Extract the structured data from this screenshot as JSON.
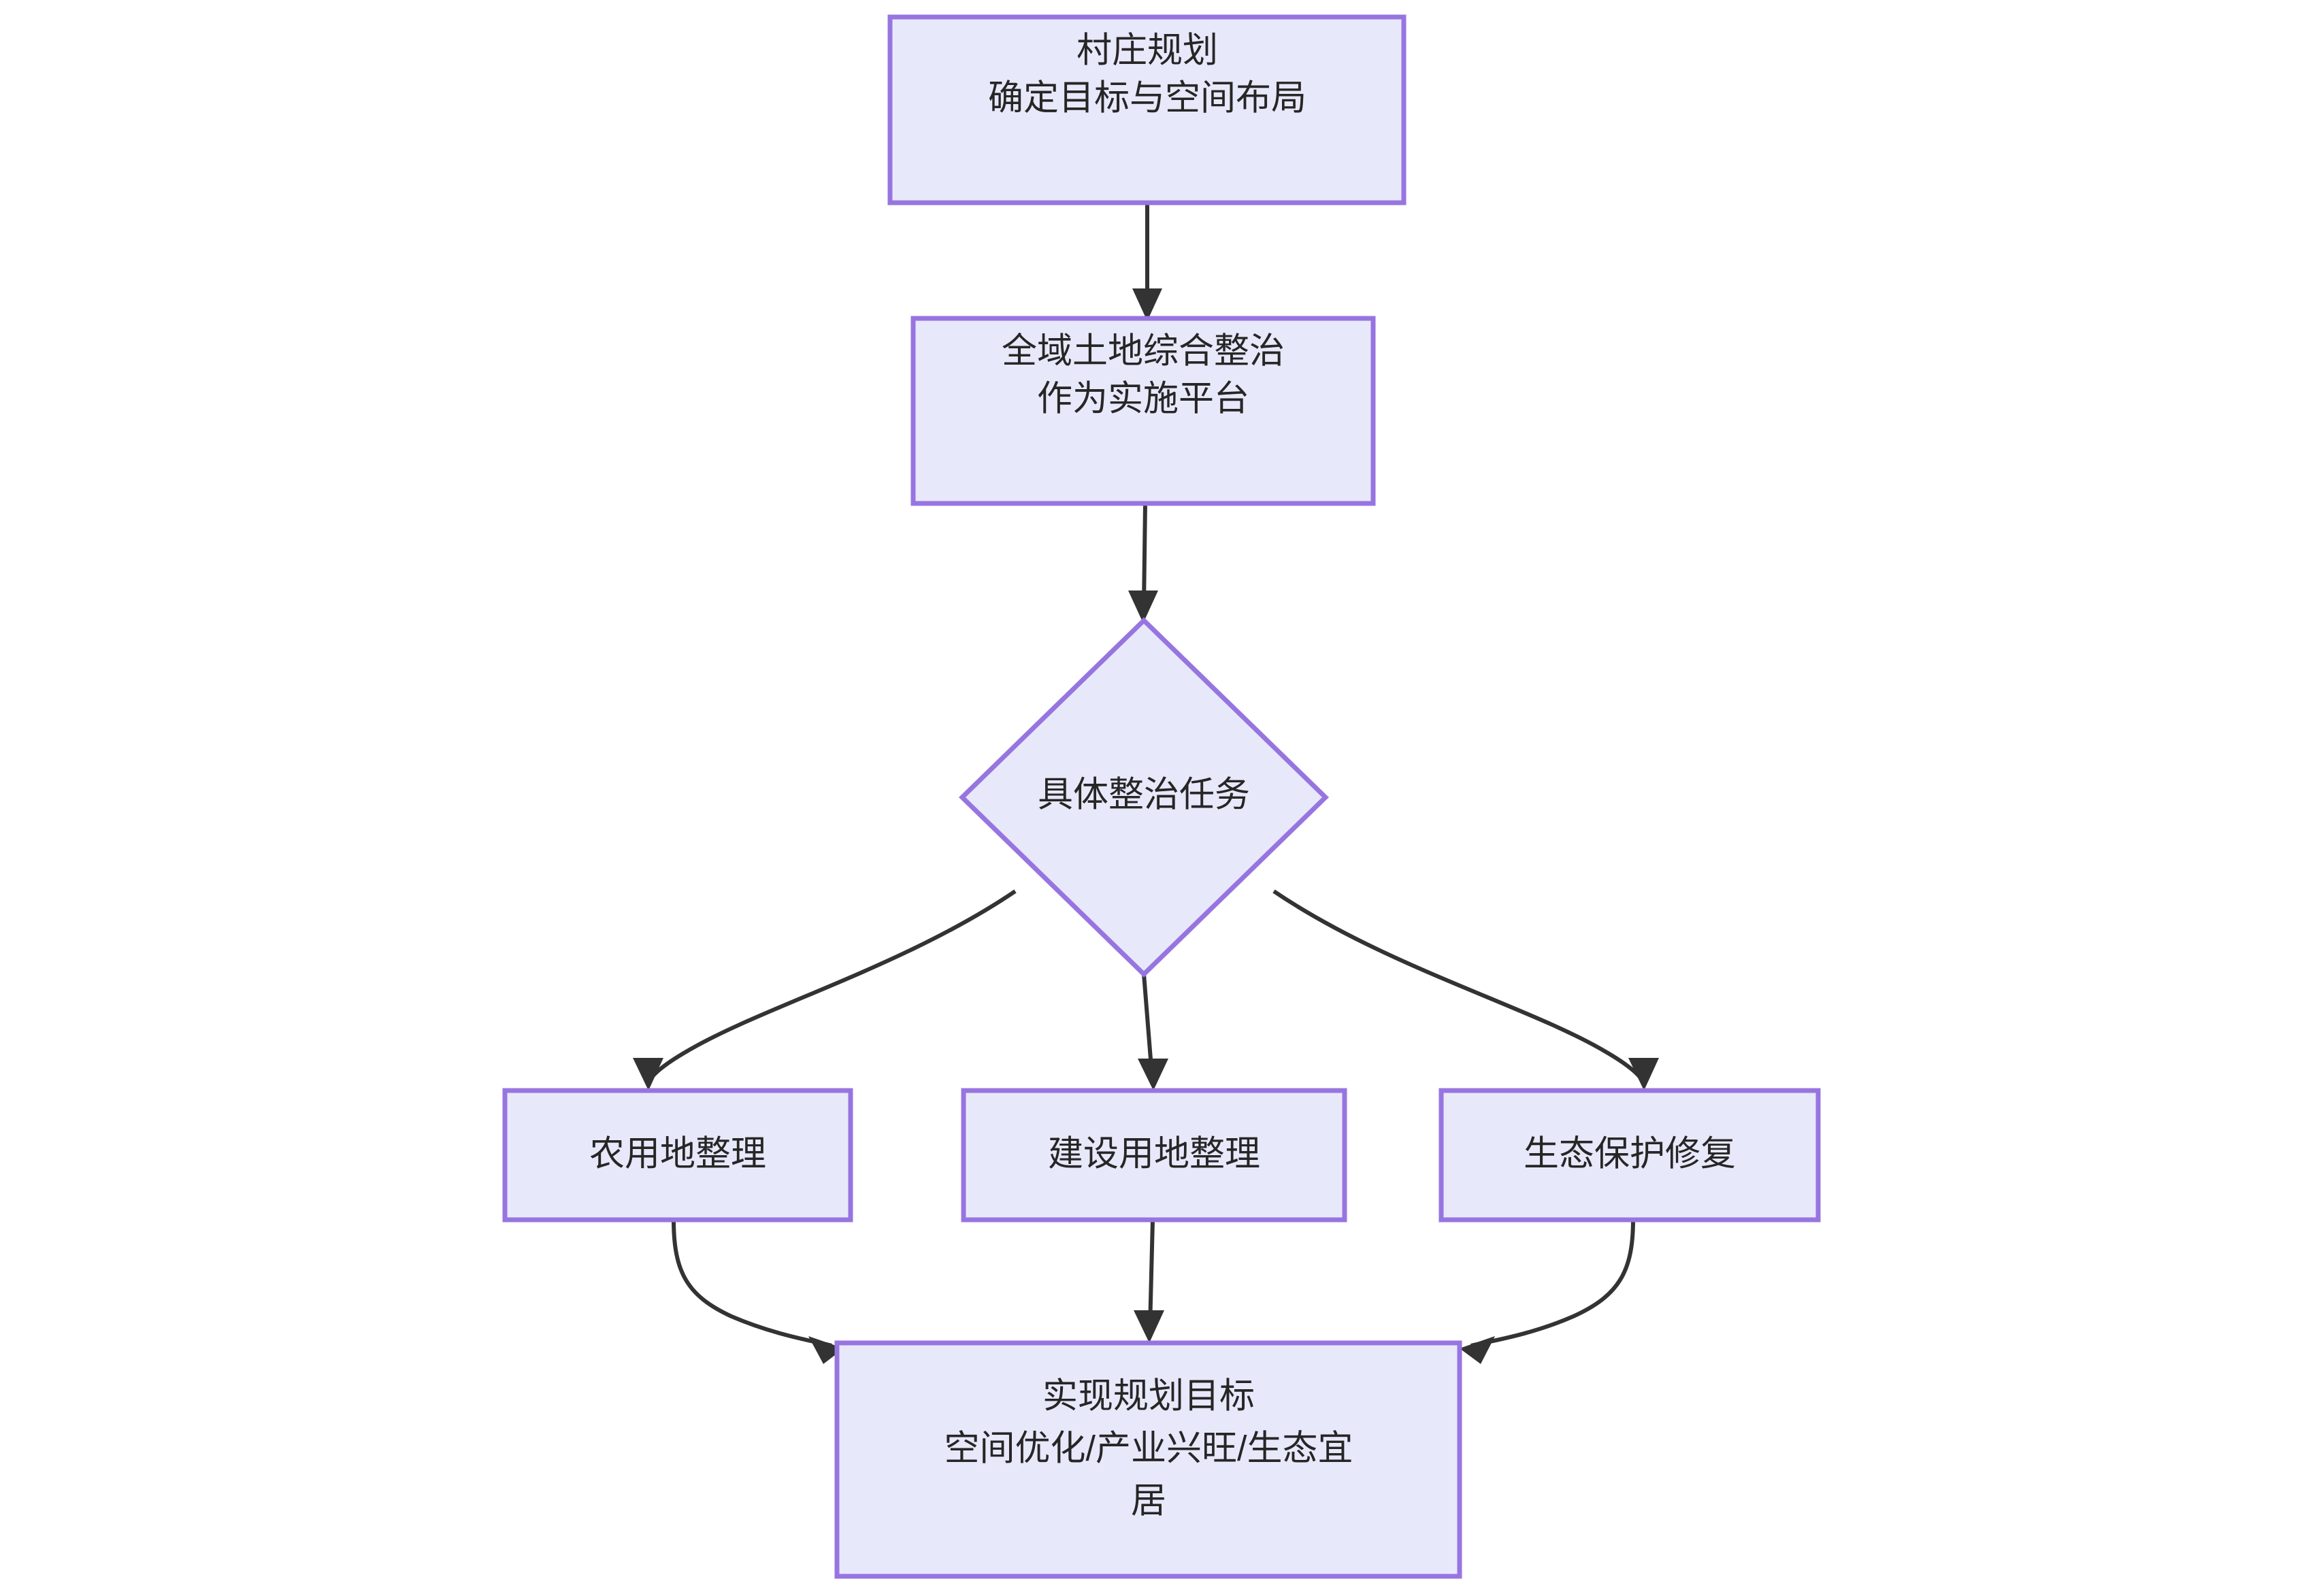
{
  "diagram": {
    "type": "flowchart",
    "direction": "top-down",
    "background_color": "#ffffff",
    "node_fill": "#e8e8fb",
    "node_stroke": "#9775e0",
    "edge_color": "#333333",
    "text_color": "#262626"
  },
  "nodes": [
    {
      "id": "n1",
      "shape": "rect",
      "lines": [
        "村庄规划",
        "确定目标与空间布局"
      ],
      "line1": "村庄规划",
      "line2": "确定目标与空间布局",
      "line3": ""
    },
    {
      "id": "n2",
      "shape": "rect",
      "lines": [
        "全域土地综合整治",
        "作为实施平台"
      ],
      "line1": "全域土地综合整治",
      "line2": "作为实施平台",
      "line3": ""
    },
    {
      "id": "n3",
      "shape": "diamond",
      "lines": [
        "具体整治任务"
      ],
      "line1": "具体整治任务",
      "line2": "",
      "line3": ""
    },
    {
      "id": "n4",
      "shape": "rect",
      "lines": [
        "农用地整理"
      ],
      "line1": "农用地整理",
      "line2": "",
      "line3": ""
    },
    {
      "id": "n5",
      "shape": "rect",
      "lines": [
        "建设用地整理"
      ],
      "line1": "建设用地整理",
      "line2": "",
      "line3": ""
    },
    {
      "id": "n6",
      "shape": "rect",
      "lines": [
        "生态保护修复"
      ],
      "line1": "生态保护修复",
      "line2": "",
      "line3": ""
    },
    {
      "id": "n7",
      "shape": "rect",
      "lines": [
        "实现规划目标",
        "空间优化/产业兴旺/生态宜",
        "居"
      ],
      "line1": "实现规划目标",
      "line2": "空间优化/产业兴旺/生态宜",
      "line3": "居"
    }
  ],
  "edges": [
    {
      "from": "n1",
      "to": "n2",
      "label": ""
    },
    {
      "from": "n2",
      "to": "n3",
      "label": ""
    },
    {
      "from": "n3",
      "to": "n4",
      "label": ""
    },
    {
      "from": "n3",
      "to": "n5",
      "label": ""
    },
    {
      "from": "n3",
      "to": "n6",
      "label": ""
    },
    {
      "from": "n4",
      "to": "n7",
      "label": ""
    },
    {
      "from": "n5",
      "to": "n7",
      "label": ""
    },
    {
      "from": "n6",
      "to": "n7",
      "label": ""
    }
  ]
}
